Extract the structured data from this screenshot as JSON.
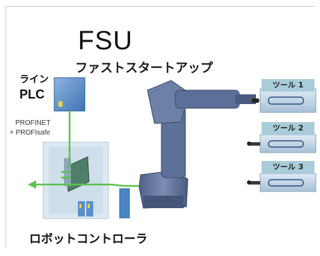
{
  "title": "FSU",
  "subtitle": "ファストスタートアップ",
  "plc_label_line1": "ライン",
  "plc_label_line2": "PLC",
  "network_line1": "PROFINET",
  "network_line2": "+ PROFIsafe",
  "controller_label": "ロボットコントローラ",
  "tools": [
    "ツール 1",
    "ツール 2",
    "ツール 3"
  ],
  "colors": {
    "link": "#5bc24d",
    "device_blue": "#4a86c5",
    "robot_blue": "#5b6f97",
    "tool_body": "#c9dbe8",
    "tool_label_bg": "#a9ccd9",
    "cabinet": "#dde8f1"
  }
}
